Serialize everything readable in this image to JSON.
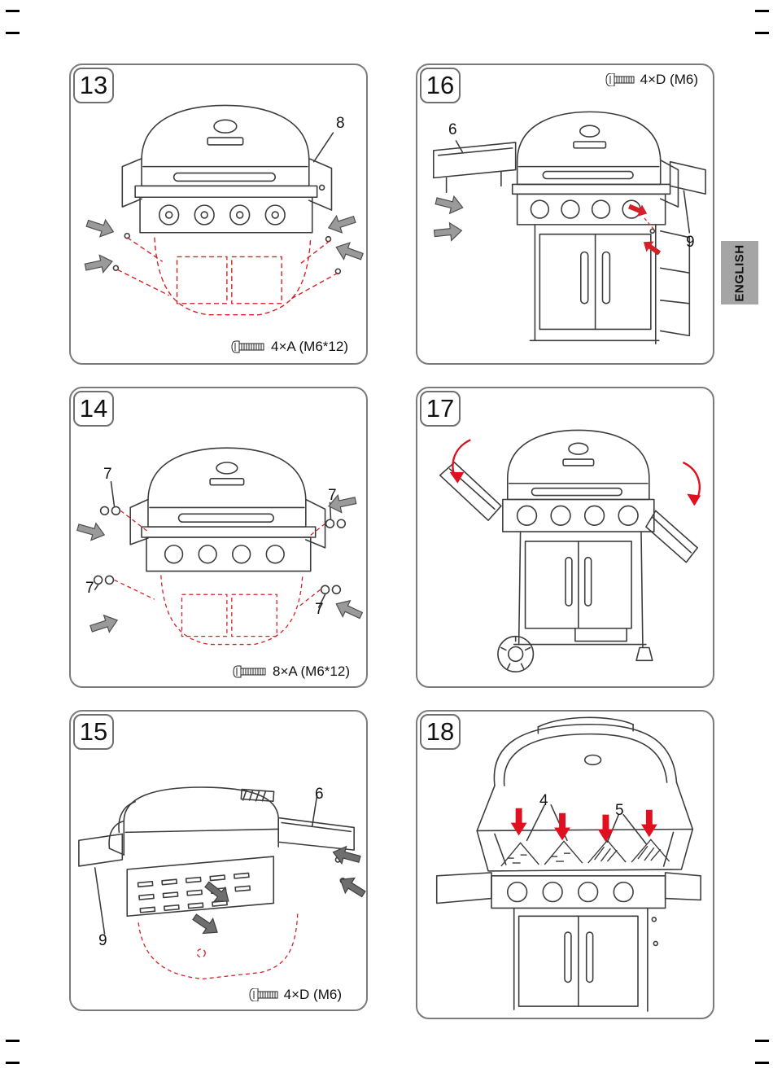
{
  "page": {
    "language_tab": "ENGLISH"
  },
  "panels": [
    {
      "number": "13",
      "hardware": "4×A (M6*12)",
      "labels": [
        "8"
      ]
    },
    {
      "number": "16",
      "hardware": "4×D (M6)",
      "labels": [
        "6",
        "9"
      ]
    },
    {
      "number": "14",
      "hardware": "8×A (M6*12)",
      "labels": [
        "7",
        "7",
        "7",
        "7"
      ]
    },
    {
      "number": "17",
      "labels": []
    },
    {
      "number": "15",
      "hardware": "4×D (M6)",
      "labels": [
        "6",
        "9"
      ]
    },
    {
      "number": "18",
      "labels": [
        "4",
        "5"
      ]
    }
  ]
}
